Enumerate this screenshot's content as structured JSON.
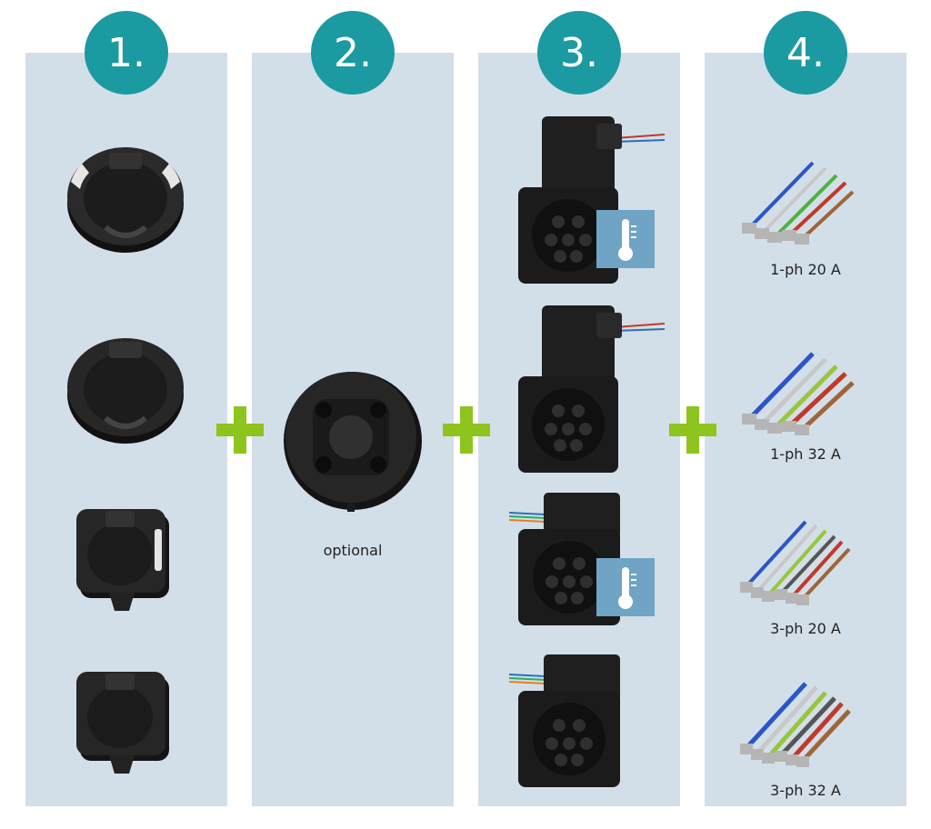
{
  "steps": [
    {
      "number": "1."
    },
    {
      "number": "2."
    },
    {
      "number": "3."
    },
    {
      "number": "4."
    }
  ],
  "step2": {
    "caption": "optional"
  },
  "step4": {
    "captions": [
      "1-ph 20 A",
      "1-ph 32 A",
      "3-ph 20 A",
      "3-ph 32 A"
    ]
  },
  "icons": {
    "plus": "plus-icon",
    "temperature": "thermometer-icon"
  },
  "colors": {
    "badge": "#1b9aa2",
    "plus": "#8dc41e",
    "panel": "#d3dfe8",
    "thermo_tile": "#6fa4c4"
  }
}
